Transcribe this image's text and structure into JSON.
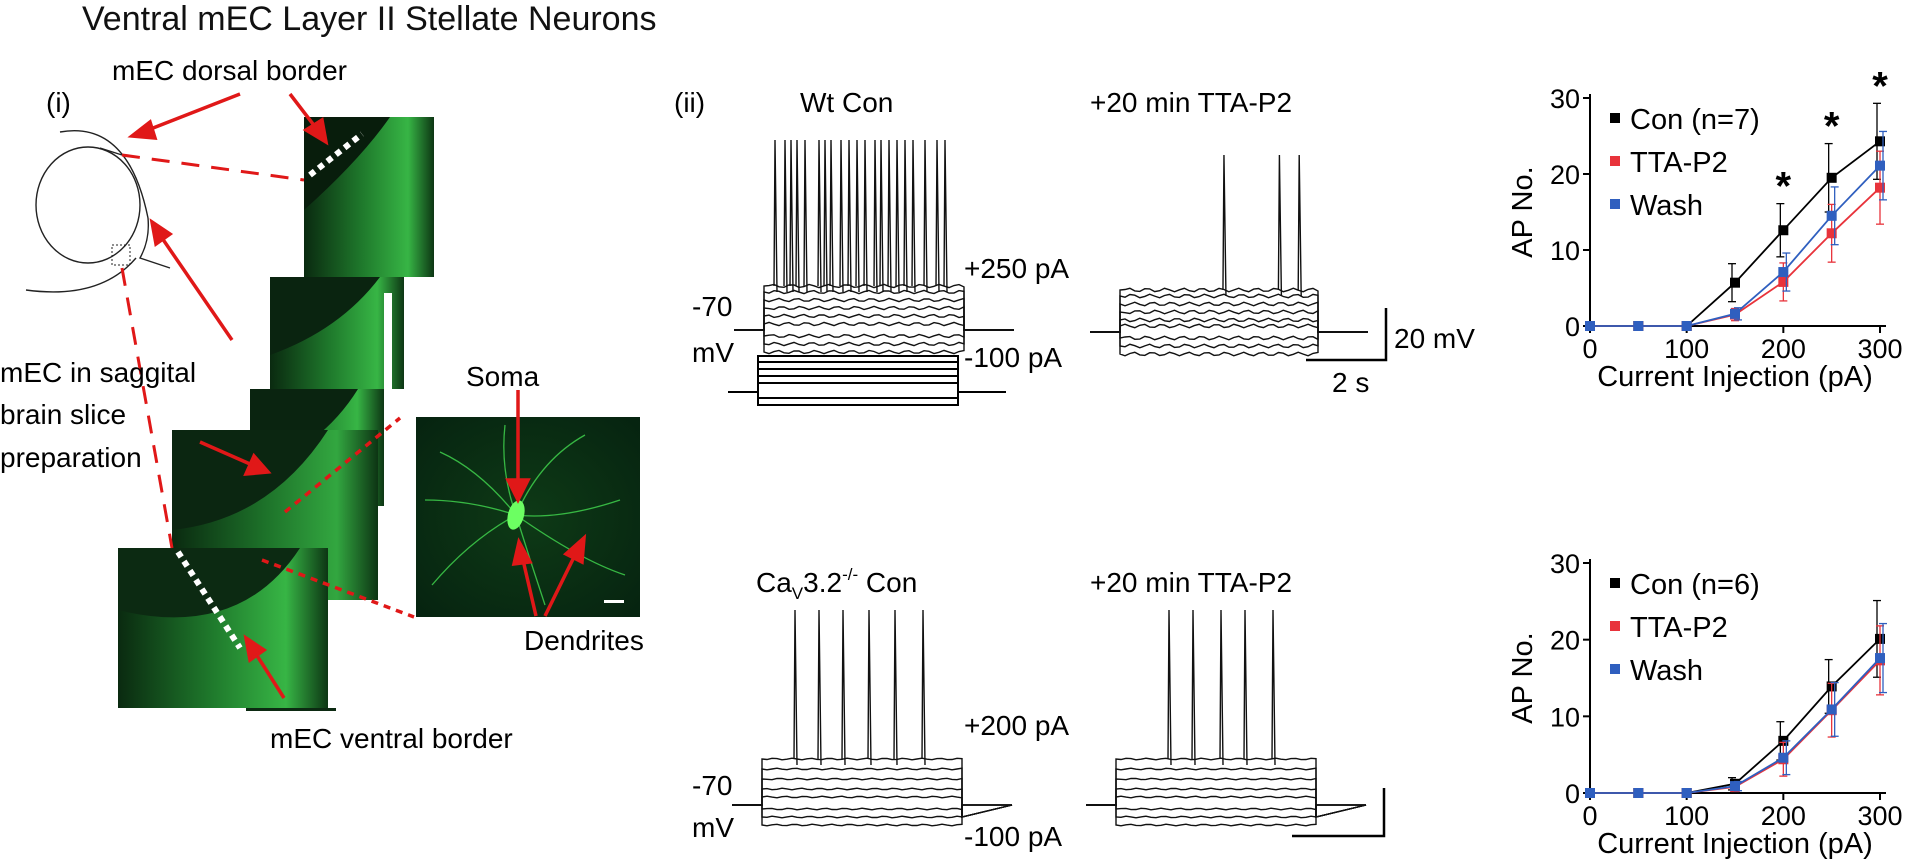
{
  "figure": {
    "title": "Ventral mEC Layer II Stellate Neurons",
    "panel_i": {
      "label": "(i)",
      "dorsal_border": "mEC dorsal border",
      "ventral_border": "mEC ventral border",
      "slice_label_line1": "mEC in saggital",
      "slice_label_line2": "brain slice",
      "slice_label_line3": "preparation",
      "soma": "Soma",
      "dendrites": "Dendrites"
    },
    "panel_ii": {
      "label": "(ii)",
      "top_left_title": "Wt Con",
      "top_right_title": "+20 min TTA-P2",
      "bottom_left_title_pre": "Ca",
      "bottom_left_title_sub": "V",
      "bottom_left_title_mid": "3.2",
      "bottom_left_title_sup": "-/-",
      "bottom_left_title_post": " Con",
      "bottom_right_title": "+20 min TTA-P2",
      "top_max_current": "+250 pA",
      "bottom_max_current": "+200 pA",
      "min_current": "-100 pA",
      "vrest_value": "-70",
      "vrest_unit": "mV",
      "scale_v": "20 mV",
      "scale_t": "2 s"
    }
  },
  "colors": {
    "con": "#000000",
    "tta": "#e8333b",
    "wash": "#2f5fbf",
    "annotation": "#e01818",
    "fluor": "#2fa83a"
  },
  "chart_data": [
    {
      "type": "line",
      "ylabel": "AP No.",
      "xlabel": "Current Injection (pA)",
      "xlim": [
        0,
        300
      ],
      "ylim": [
        0,
        30
      ],
      "xticks": [
        "0",
        "100",
        "200",
        "300"
      ],
      "yticks": [
        "0",
        "10",
        "20",
        "30"
      ],
      "x": [
        0,
        50,
        100,
        150,
        200,
        250,
        300
      ],
      "series": [
        {
          "name": "Con (n=7)",
          "color": "#000000",
          "values": [
            0,
            0,
            0,
            5.7,
            12.6,
            19.5,
            24.3
          ],
          "errors": [
            0,
            0,
            0,
            2.5,
            3.5,
            4.5,
            5
          ]
        },
        {
          "name": "TTA-P2",
          "color": "#e8333b",
          "values": [
            0,
            0,
            0,
            1.5,
            5.8,
            12.2,
            18.2
          ],
          "errors": [
            0,
            0,
            0,
            0.8,
            2.5,
            3.8,
            4.8
          ]
        },
        {
          "name": "Wash",
          "color": "#2f5fbf",
          "values": [
            0,
            0,
            0,
            1.6,
            7.1,
            14.5,
            21.1
          ],
          "errors": [
            0,
            0,
            0,
            0.8,
            2.5,
            3.8,
            4.5
          ]
        }
      ],
      "annotations": [
        {
          "x": 200,
          "text": "*"
        },
        {
          "x": 250,
          "text": "*"
        },
        {
          "x": 300,
          "text": "*"
        }
      ],
      "legend": "top-left"
    },
    {
      "type": "line",
      "ylabel": "AP No.",
      "xlabel": "Current Injection (pA)",
      "xlim": [
        0,
        300
      ],
      "ylim": [
        0,
        30
      ],
      "xticks": [
        "0",
        "100",
        "200",
        "300"
      ],
      "yticks": [
        "0",
        "10",
        "20",
        "30"
      ],
      "x": [
        0,
        50,
        100,
        150,
        200,
        250,
        300
      ],
      "series": [
        {
          "name": "Con (n=6)",
          "color": "#000000",
          "values": [
            0,
            0,
            0,
            1.2,
            6.8,
            13.9,
            20.1
          ],
          "errors": [
            0,
            0,
            0,
            0.8,
            2.5,
            3.5,
            5
          ]
        },
        {
          "name": "TTA-P2",
          "color": "#e8333b",
          "values": [
            0,
            0,
            0,
            0.8,
            4.4,
            10.8,
            17.3
          ],
          "errors": [
            0,
            0,
            0,
            0.6,
            2.2,
            3.5,
            4.5
          ]
        },
        {
          "name": "Wash",
          "color": "#2f5fbf",
          "values": [
            0,
            0,
            0,
            0.9,
            4.6,
            10.9,
            17.6
          ],
          "errors": [
            0,
            0,
            0,
            0.6,
            2.2,
            3.5,
            4.5
          ]
        }
      ],
      "annotations": [],
      "legend": "top-left"
    }
  ]
}
